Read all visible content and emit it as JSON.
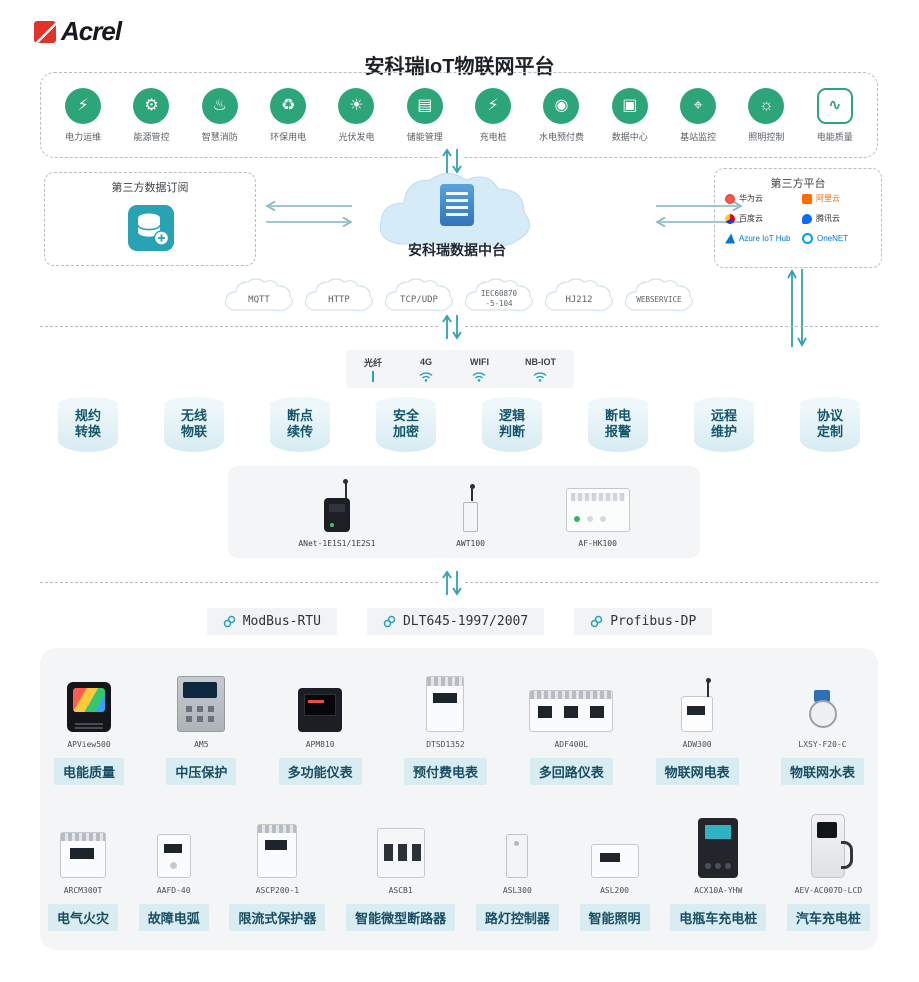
{
  "brand": {
    "logo_text": "Acrel"
  },
  "title": "安科瑞IoT物联网平台",
  "colors": {
    "accent_teal": "#28a3b4",
    "app_icon_green": "#2ca579",
    "tag_bg": "#d8ecf1",
    "tag_text": "#174e63",
    "panel_bg": "#f3f5f6",
    "cloud_fill": "#d6ebf8"
  },
  "applications": [
    {
      "label": "电力运维",
      "icon": "power-ops-icon",
      "glyph": "⚡"
    },
    {
      "label": "能源管控",
      "icon": "energy-control-icon",
      "glyph": "⚙"
    },
    {
      "label": "智慧消防",
      "icon": "smart-fire-icon",
      "glyph": "♨"
    },
    {
      "label": "环保用电",
      "icon": "eco-power-icon",
      "glyph": "♻"
    },
    {
      "label": "光伏发电",
      "icon": "solar-power-icon",
      "glyph": "☀"
    },
    {
      "label": "储能管理",
      "icon": "energy-storage-icon",
      "glyph": "▤"
    },
    {
      "label": "充电桩",
      "icon": "charging-pile-icon",
      "glyph": "⚡"
    },
    {
      "label": "水电预付费",
      "icon": "prepaid-metering-icon",
      "glyph": "◉"
    },
    {
      "label": "数据中心",
      "icon": "data-center-icon",
      "glyph": "▣"
    },
    {
      "label": "基站监控",
      "icon": "base-station-icon",
      "glyph": "⌖"
    },
    {
      "label": "照明控制",
      "icon": "lighting-control-icon",
      "glyph": "☼"
    },
    {
      "label": "电能质量",
      "icon": "power-quality-icon",
      "glyph": "∿"
    }
  ],
  "hub": {
    "left_box_title": "第三方数据订阅",
    "center_label": "安科瑞数据中台",
    "right_box_title": "第三方平台",
    "platforms": [
      {
        "name": "华为云",
        "color": "#d5281f"
      },
      {
        "name": "阿里云",
        "color": "#ff6a00"
      },
      {
        "name": "百度云",
        "color": "#2932e1"
      },
      {
        "name": "腾讯云",
        "color": "#006eff"
      },
      {
        "name": "Azure IoT Hub",
        "color": "#0078d4"
      },
      {
        "name": "OneNET",
        "color": "#00a3e0"
      }
    ]
  },
  "transport_clouds": [
    {
      "l1": "MQTT",
      "l2": ""
    },
    {
      "l1": "HTTP",
      "l2": ""
    },
    {
      "l1": "TCP/UDP",
      "l2": ""
    },
    {
      "l1": "IEC60870",
      "l2": "-5-104"
    },
    {
      "l1": "HJ212",
      "l2": ""
    },
    {
      "l1": "WEBSERVICE",
      "l2": ""
    }
  ],
  "connectivity": [
    {
      "label": "光纤",
      "icon": "fiber-icon"
    },
    {
      "label": "4G",
      "icon": "wifi-icon"
    },
    {
      "label": "WIFI",
      "icon": "wifi-icon"
    },
    {
      "label": "NB-IOT",
      "icon": "wifi-icon"
    }
  ],
  "capabilities": [
    {
      "l1": "规约",
      "l2": "转换"
    },
    {
      "l1": "无线",
      "l2": "物联"
    },
    {
      "l1": "断点",
      "l2": "续传"
    },
    {
      "l1": "安全",
      "l2": "加密"
    },
    {
      "l1": "逻辑",
      "l2": "判断"
    },
    {
      "l1": "断电",
      "l2": "报警"
    },
    {
      "l1": "远程",
      "l2": "维护"
    },
    {
      "l1": "协议",
      "l2": "定制"
    }
  ],
  "gateways": [
    {
      "model": "ANet-1E1S1/1E2S1"
    },
    {
      "model": "AWT100"
    },
    {
      "model": "AF-HK100"
    }
  ],
  "field_protocols": [
    {
      "label": "ModBus-RTU"
    },
    {
      "label": "DLT645-1997/2007"
    },
    {
      "label": "Profibus-DP"
    }
  ],
  "devices_row1": [
    {
      "model": "APView500",
      "category": "电能质量"
    },
    {
      "model": "AM5",
      "category": "中压保护"
    },
    {
      "model": "APM810",
      "category": "多功能仪表"
    },
    {
      "model": "DTSD1352",
      "category": "预付费电表"
    },
    {
      "model": "ADF400L",
      "category": "多回路仪表"
    },
    {
      "model": "ADW300",
      "category": "物联网电表"
    },
    {
      "model": "LXSY-F20-C",
      "category": "物联网水表"
    }
  ],
  "devices_row2": [
    {
      "model": "ARCM300T",
      "category": "电气火灾"
    },
    {
      "model": "AAFD-40",
      "category": "故障电弧"
    },
    {
      "model": "ASCP200-1",
      "category": "限流式保护器"
    },
    {
      "model": "ASCB1",
      "category": "智能微型断路器"
    },
    {
      "model": "ASL300",
      "category": "路灯控制器"
    },
    {
      "model": "ASL200",
      "category": "智能照明"
    },
    {
      "model": "ACX10A-YHW",
      "category": "电瓶车充电桩"
    },
    {
      "model": "AEV-AC007D-LCD",
      "category": "汽车充电桩"
    }
  ]
}
